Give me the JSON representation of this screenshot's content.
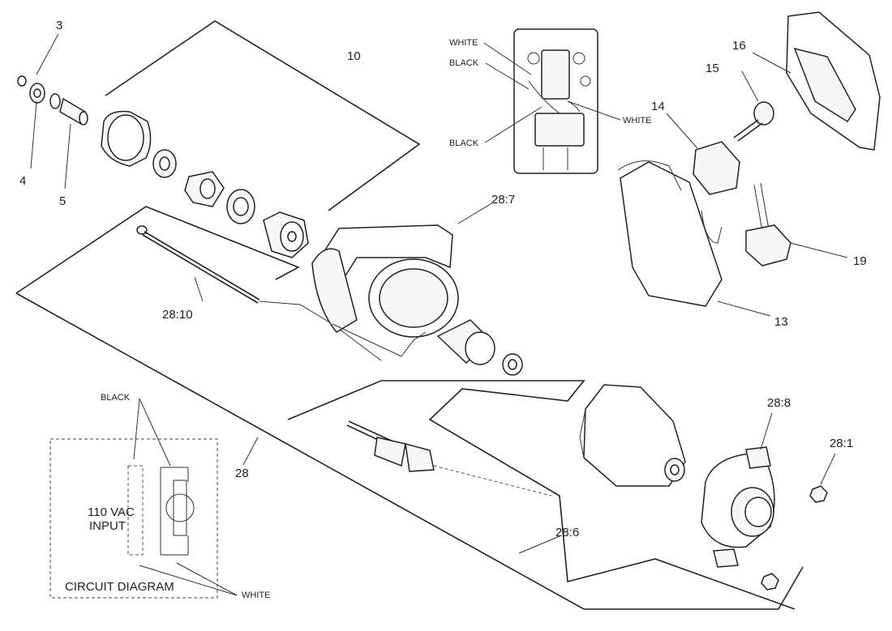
{
  "callouts": {
    "p3": "3",
    "p4": "4",
    "p5": "5",
    "p10": "10",
    "p13": "13",
    "p14": "14",
    "p15": "15",
    "p16": "16",
    "p19": "19",
    "p28": "28",
    "p28_1": "28:1",
    "p28_6": "28:6",
    "p28_7": "28:7",
    "p28_8": "28:8",
    "p28_10": "28:10"
  },
  "switch_wiring": {
    "white_top": "WHITE",
    "black_top": "BLACK",
    "white_right": "WHITE",
    "black_bottom": "BLACK"
  },
  "circuit_diagram": {
    "title": "CIRCUIT DIAGRAM",
    "input_line1": "110 VAC",
    "input_line2": "INPUT",
    "black_label": "BLACK",
    "white_label": "WHITE"
  }
}
